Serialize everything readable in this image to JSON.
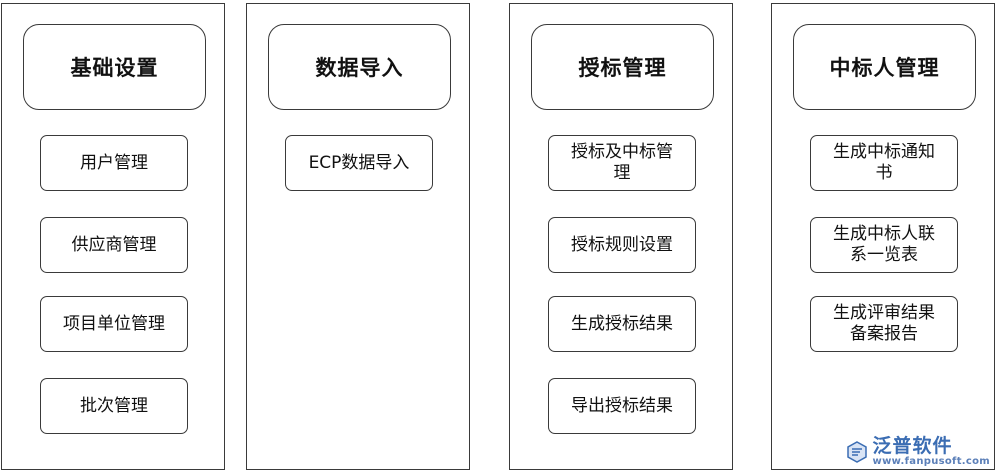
{
  "columns": [
    {
      "title": "基础设置",
      "items": [
        "用户管理",
        "供应商管理",
        "项目单位管理",
        "批次管理"
      ]
    },
    {
      "title": "数据导入",
      "items": [
        "ECP数据导入"
      ]
    },
    {
      "title": "授标管理",
      "items": [
        "授标及中标管理",
        "授标规则设置",
        "生成授标结果",
        "导出授标结果"
      ]
    },
    {
      "title": "中标人管理",
      "items": [
        "生成中标通知书",
        "生成中标人联系一览表",
        "生成评审结果备案报告"
      ]
    }
  ],
  "watermark": {
    "brand": "泛普软件",
    "url": "www.fanpusoft.com",
    "logo_icon": "fanpu-logo-icon",
    "brand_color": "#3b6db3"
  }
}
